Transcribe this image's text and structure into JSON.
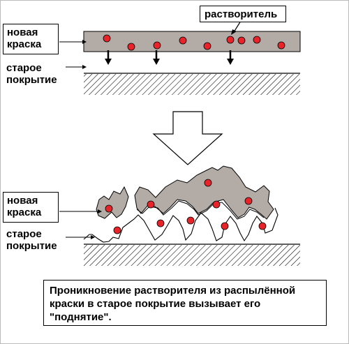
{
  "labels": {
    "solvent": "растворитель",
    "new_paint_1": "новая\nкраска",
    "old_coating_1": "старое\nпокрытие",
    "new_paint_2": "новая\nкраска",
    "old_coating_2": "старое\nпокрытие"
  },
  "caption": "Проникновение растворителя из распылённой краски в старое покрытие вызывает его \"поднятие\".",
  "colors": {
    "paint_layer": "#b3aca6",
    "solvent_dot": "#e8232a",
    "outline": "#000000",
    "background": "#ffffff"
  }
}
